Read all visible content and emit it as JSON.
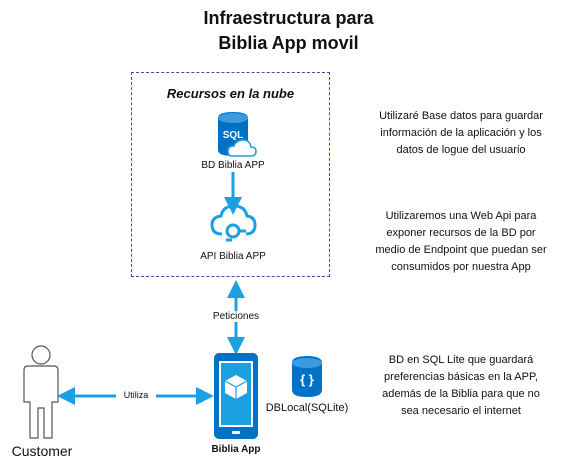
{
  "title": {
    "line1": "Infraestructura para",
    "line2": "Biblia App movil"
  },
  "cloud": {
    "title": "Recursos en la nube",
    "db_label": "BD Biblia APP",
    "api_label": "API Biblia APP",
    "sql_text": "SQL"
  },
  "connectors": {
    "peticiones": "Peticiones",
    "utiliza": "Utiliza"
  },
  "customer": {
    "label": "Customer"
  },
  "app": {
    "label": "Biblia App"
  },
  "local_db": {
    "label": "DBLocal(SQLite)",
    "glyph": "{ }"
  },
  "notes": {
    "db": [
      "Utilizaré Base datos para guardar",
      "información de la aplicación y los",
      "datos de logue del usuario"
    ],
    "api": [
      "Utilizaremos una Web Api para",
      "exponer recursos de la BD por",
      "medio de Endpoint que puedan ser",
      "consumidos por nuestra App"
    ],
    "sqlite": [
      "BD en SQL Lite que guardará",
      "preferencias básicas en la APP,",
      "además de la Biblia para que no",
      "sea necesario el internet"
    ]
  },
  "colors": {
    "accent": "#1ba1e2",
    "icon_blue": "#0072c6",
    "border": "#3b4fa8"
  }
}
